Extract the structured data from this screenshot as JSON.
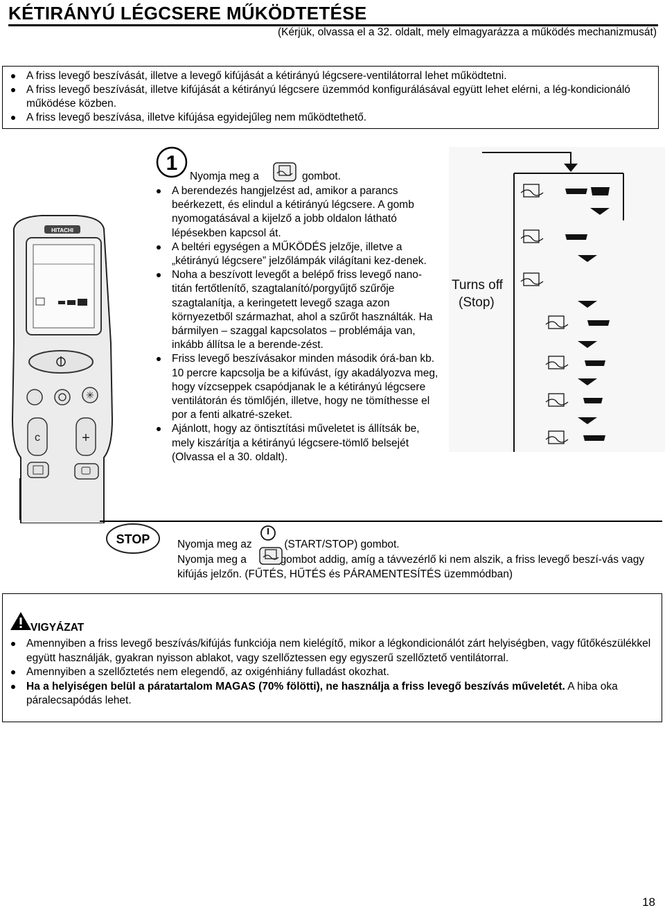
{
  "header": {
    "title": "KÉTIRÁNYÚ LÉGCSERE MŰKÖDTETÉSE",
    "subtitle": "(Kérjük, olvassa el a 32. oldalt, mely elmagyarázza a működés mechanizmusát)"
  },
  "intro_bullets": [
    "A friss levegő beszívását, illetve a levegő kifújását a kétirányú légcsere-ventilátorral lehet működtetni.",
    "A friss levegő beszívását, illetve kifújását a kétirányú légcsere üzemmód konfigurálásával együtt lehet elérni, a lég-kondicionáló működése közben.",
    "A friss levegő beszívása, illetve kifújása egyidejűleg nem működtethető."
  ],
  "remote": {
    "brand": "HITACHI"
  },
  "step1": {
    "number": "1",
    "press_prefix": "Nyomja meg a",
    "press_suffix": "gombot.",
    "bullets": [
      "A berendezés hangjelzést ad, amikor a parancs beérkezett, és elindul a kétirányú légcsere. A gomb nyomogatásával a kijelző a jobb oldalon látható lépésekben kapcsol át.",
      "A beltéri egységen a MŰKÖDÉS jelzője, illetve a „kétirányú légcsere” jelzőlámpák világítani kez-denek.",
      "Noha a beszívott levegőt a belépő friss levegő nano-titán fertőtlenítő, szagtalanító/porgyűjtő szűrője szagtalanítja, a keringetett levegő szaga azon környezetből származhat, ahol a szűrőt használták. Ha bármilyen – szaggal kapcsolatos – problémája van, inkább állítsa le a berende-zést.",
      "Friss levegő beszívásakor minden második órá-ban kb. 10 percre kapcsolja be a kifúvást, így akadályozva meg, hogy vízcseppek csapódjanak le a kétirányú légcsere ventilátorán és tömlőjén, illetve, hogy ne tömíthesse el por a fenti alkatré-szeket.",
      "Ajánlott, hogy az öntisztítási műveletet is állítsák be, mely kiszárítja a kétirányú légcsere-tömlő belsejét (Olvassa el a 30. oldalt)."
    ]
  },
  "panel": {
    "turns_off_1": "Turns off",
    "turns_off_2": "(Stop)"
  },
  "step2": {
    "stop_label": "STOP",
    "line1_prefix": "Nyomja meg az",
    "line1_suffix": "(START/STOP) gombot.",
    "line2_prefix": "Nyomja meg a",
    "line2_suffix": "gombot addig, amíg a távvezérlő ki nem alszik, a friss levegő beszí-vás vagy kifújás jelzőn. (FŰTÉS, HŰTÉS és PÁRAMENTESÍTÉS üzemmódban)"
  },
  "warning": {
    "title": "VIGYÁZAT",
    "bullets": [
      "Amennyiben a friss levegő beszívás/kifújás funkciója nem kielégítő, mikor a légkondicionálót zárt helyiségben, vagy fűtőkészülékkel együtt használják, gyakran nyisson ablakot, vagy szellőztessen egy egyszerű szellőztető ventilátorral.",
      "Amennyiben a szellőztetés nem elegendő, az oxigénhiány fulladást okozhat."
    ],
    "bold_bullet": "Ha a helyiségen belül a páratartalom MAGAS (70% fölötti), ne használja a friss levegő beszívás műveletét.",
    "bold_bullet_tail": " A hiba oka páralecsapódás lehet."
  },
  "page_number": "18"
}
